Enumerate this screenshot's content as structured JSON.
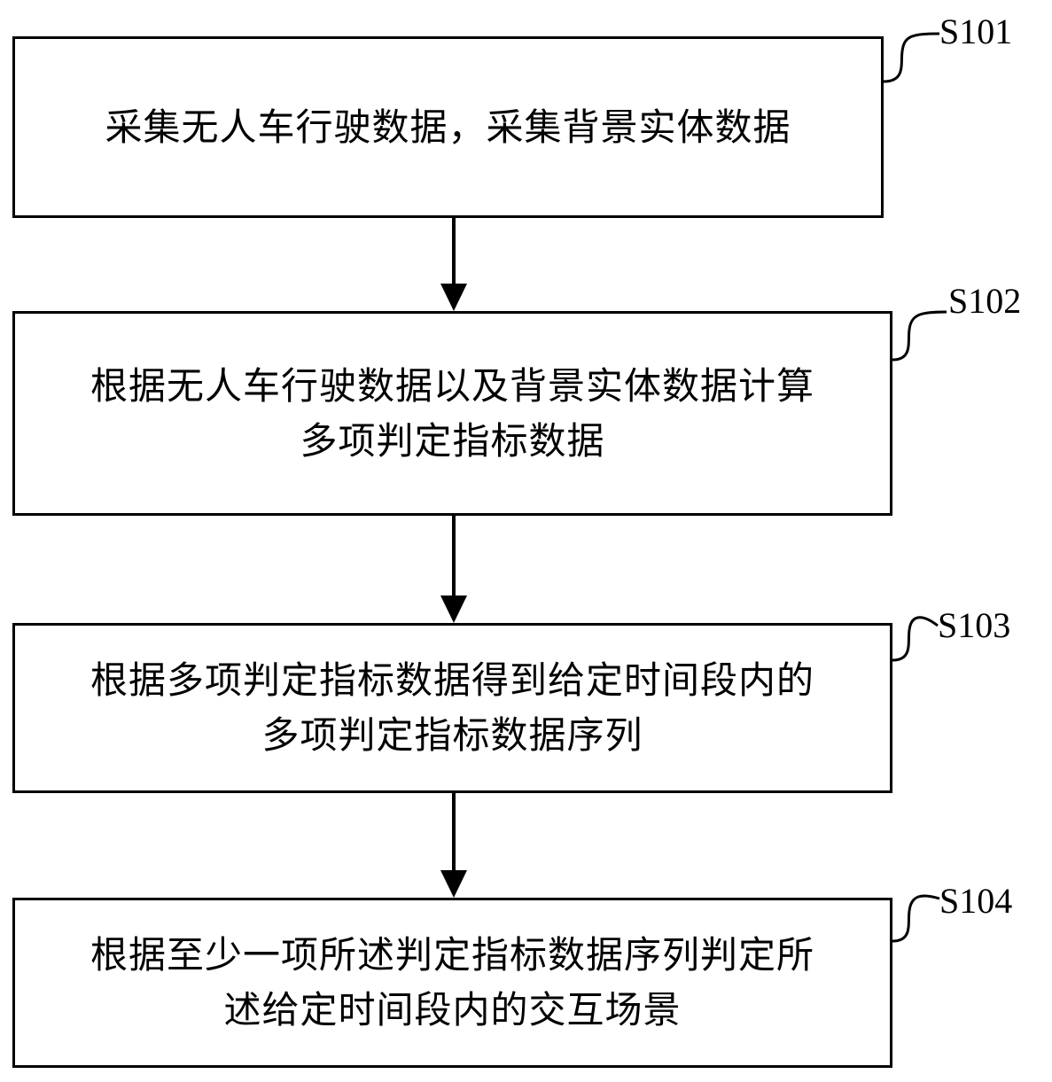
{
  "steps": [
    {
      "id": "S101",
      "text": "采集无人车行驶数据，采集背景实体数据"
    },
    {
      "id": "S102",
      "text": "根据无人车行驶数据以及背景实体数据计算\n多项判定指标数据"
    },
    {
      "id": "S103",
      "text": "根据多项判定指标数据得到给定时间段内的\n多项判定指标数据序列"
    },
    {
      "id": "S104",
      "text": "根据至少一项所述判定指标数据序列判定所\n述给定时间段内的交互场景"
    }
  ],
  "colors": {
    "line": "#000000",
    "background": "#ffffff"
  }
}
